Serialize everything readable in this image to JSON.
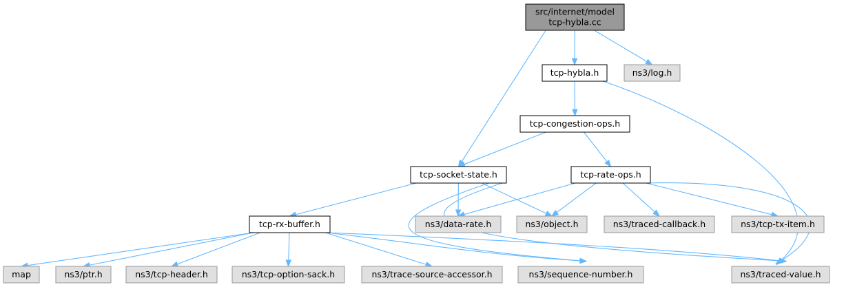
{
  "colors": {
    "root_fill": "#999999",
    "local_fill": "#ffffff",
    "external_fill": "#e0e0e0",
    "node_border": "#000000",
    "external_border": "#999999",
    "edge": "#63b8ff"
  },
  "nodes": {
    "root": {
      "lines": [
        "src/internet/model",
        "tcp-hybla.cc"
      ],
      "kind": "root"
    },
    "tcp_hybla_h": {
      "lines": [
        "tcp-hybla.h"
      ],
      "kind": "local"
    },
    "ns3_log_h": {
      "lines": [
        "ns3/log.h"
      ],
      "kind": "external"
    },
    "tcp_congestion_ops_h": {
      "lines": [
        "tcp-congestion-ops.h"
      ],
      "kind": "local"
    },
    "tcp_socket_state_h": {
      "lines": [
        "tcp-socket-state.h"
      ],
      "kind": "local"
    },
    "tcp_rate_ops_h": {
      "lines": [
        "tcp-rate-ops.h"
      ],
      "kind": "local"
    },
    "tcp_rx_buffer_h": {
      "lines": [
        "tcp-rx-buffer.h"
      ],
      "kind": "local"
    },
    "ns3_data_rate_h": {
      "lines": [
        "ns3/data-rate.h"
      ],
      "kind": "external"
    },
    "ns3_object_h": {
      "lines": [
        "ns3/object.h"
      ],
      "kind": "external"
    },
    "ns3_traced_callback_h": {
      "lines": [
        "ns3/traced-callback.h"
      ],
      "kind": "external"
    },
    "ns3_tcp_tx_item_h": {
      "lines": [
        "ns3/tcp-tx-item.h"
      ],
      "kind": "external"
    },
    "map": {
      "lines": [
        "map"
      ],
      "kind": "external"
    },
    "ns3_ptr_h": {
      "lines": [
        "ns3/ptr.h"
      ],
      "kind": "external"
    },
    "ns3_tcp_header_h": {
      "lines": [
        "ns3/tcp-header.h"
      ],
      "kind": "external"
    },
    "ns3_tcp_option_sack_h": {
      "lines": [
        "ns3/tcp-option-sack.h"
      ],
      "kind": "external"
    },
    "ns3_trace_source_accessor_h": {
      "lines": [
        "ns3/trace-source-accessor.h"
      ],
      "kind": "external"
    },
    "ns3_sequence_number_h": {
      "lines": [
        "ns3/sequence-number.h"
      ],
      "kind": "external"
    },
    "ns3_traced_value_h": {
      "lines": [
        "ns3/traced-value.h"
      ],
      "kind": "external"
    }
  },
  "edges": [
    {
      "from": "root",
      "to": "tcp_hybla_h"
    },
    {
      "from": "root",
      "to": "ns3_log_h"
    },
    {
      "from": "root",
      "to": "tcp_socket_state_h"
    },
    {
      "from": "tcp_hybla_h",
      "to": "tcp_congestion_ops_h"
    },
    {
      "from": "tcp_hybla_h",
      "to": "ns3_traced_value_h"
    },
    {
      "from": "tcp_congestion_ops_h",
      "to": "tcp_socket_state_h"
    },
    {
      "from": "tcp_congestion_ops_h",
      "to": "tcp_rate_ops_h"
    },
    {
      "from": "tcp_socket_state_h",
      "to": "tcp_rx_buffer_h"
    },
    {
      "from": "tcp_socket_state_h",
      "to": "ns3_data_rate_h"
    },
    {
      "from": "tcp_socket_state_h",
      "to": "ns3_object_h"
    },
    {
      "from": "tcp_socket_state_h",
      "to": "ns3_sequence_number_h"
    },
    {
      "from": "tcp_socket_state_h",
      "to": "ns3_traced_value_h"
    },
    {
      "from": "tcp_rate_ops_h",
      "to": "ns3_data_rate_h"
    },
    {
      "from": "tcp_rate_ops_h",
      "to": "ns3_object_h"
    },
    {
      "from": "tcp_rate_ops_h",
      "to": "ns3_traced_callback_h"
    },
    {
      "from": "tcp_rate_ops_h",
      "to": "ns3_tcp_tx_item_h"
    },
    {
      "from": "tcp_rate_ops_h",
      "to": "ns3_traced_value_h"
    },
    {
      "from": "tcp_rx_buffer_h",
      "to": "map"
    },
    {
      "from": "tcp_rx_buffer_h",
      "to": "ns3_ptr_h"
    },
    {
      "from": "tcp_rx_buffer_h",
      "to": "ns3_tcp_header_h"
    },
    {
      "from": "tcp_rx_buffer_h",
      "to": "ns3_tcp_option_sack_h"
    },
    {
      "from": "tcp_rx_buffer_h",
      "to": "ns3_trace_source_accessor_h"
    },
    {
      "from": "tcp_rx_buffer_h",
      "to": "ns3_sequence_number_h"
    },
    {
      "from": "tcp_rx_buffer_h",
      "to": "ns3_traced_value_h"
    }
  ]
}
